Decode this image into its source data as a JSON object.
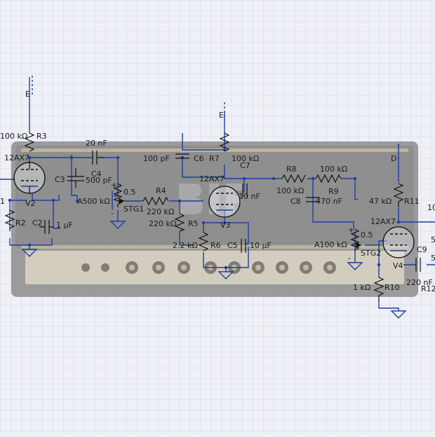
{
  "labels": {
    "e1": "E",
    "r3_val": "100 kΩ",
    "r3": "R3",
    "v2_type": "12AX7",
    "v2": "V2",
    "c4_val": "20 nF",
    "c3": "C3",
    "c4": "C4",
    "c4_val2": "500 pF",
    "stg1_val": "A500 kΩ",
    "stg1_05": "0.5",
    "stg1": "STG1",
    "r4": "R4",
    "r4_val": "220 kΩ",
    "r5_val": "220 kΩ",
    "r5": "R5",
    "r2": "R2",
    "c2": "C2",
    "c2_val": "1 µF",
    "left1": "1",
    "c6_val": "100 pF",
    "c6": "C6",
    "r7": "R7",
    "r7_val": "100 kΩ",
    "e2": "E",
    "c7": "C7",
    "v3_type": "12AX7",
    "c7_val": "10 nF",
    "v3": "V3",
    "r6_val": "2.2 kΩ",
    "r6": "R6",
    "c5": "C5",
    "c5_val": "10 µF",
    "r8": "R8",
    "r8_val": "100 kΩ",
    "r9_val": "100 kΩ",
    "r9": "R9",
    "c8": "C8",
    "c8_val": "470 nF",
    "stg2_05": "0.5",
    "stg2_val": "A100 kΩ",
    "stg2": "STG2",
    "d": "D",
    "r11_val": "47 kΩ",
    "r11": "R11",
    "v4_type": "12AX7",
    "v4": "V4",
    "c9": "C9",
    "r10_val": "1 kΩ",
    "r10": "R10",
    "c10_val": "220 nF",
    "r12": "R12",
    "edge_10": "10",
    "edge_5a": "5",
    "edge_5b": "5"
  }
}
